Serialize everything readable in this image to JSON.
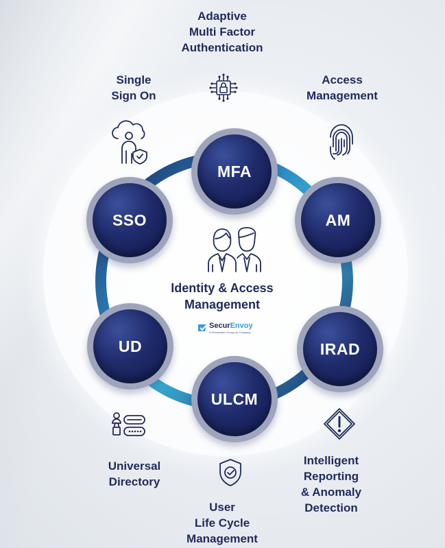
{
  "center": {
    "title": "Identity & Access\nManagement",
    "logo_text_main": "Secur",
    "logo_text_accent": "Envoy",
    "logo_sub": "A Shearwater Group plc Company"
  },
  "nodes": {
    "mfa": "MFA",
    "am": "AM",
    "irad": "IRAD",
    "ulcm": "ULCM",
    "ud": "UD",
    "sso": "SSO"
  },
  "labels": {
    "mfa": "Adaptive\nMulti Factor\nAuthentication",
    "am": "Access\nManagement",
    "irad": "Intelligent\nReporting\n& Anomaly\nDetection",
    "ulcm": "User\nLife Cycle\nManagement",
    "ud": "Universal\nDirectory",
    "sso": "Single\nSign On"
  },
  "icons": {
    "mfa": "chip-lock-icon",
    "am": "fingerprint-icon",
    "irad": "warning-diamond-icon",
    "ulcm": "shield-check-icon",
    "ud": "user-directory-icon",
    "sso": "cloud-user-shield-icon",
    "center": "people-icon"
  },
  "colors": {
    "navy": "#1f2a5c",
    "node_dark": "#111a4d",
    "ring_light": "#37b2d9",
    "ring_dark": "#1c2a63",
    "node_border": "#9ea4bb",
    "accent": "#3a9ad9"
  }
}
